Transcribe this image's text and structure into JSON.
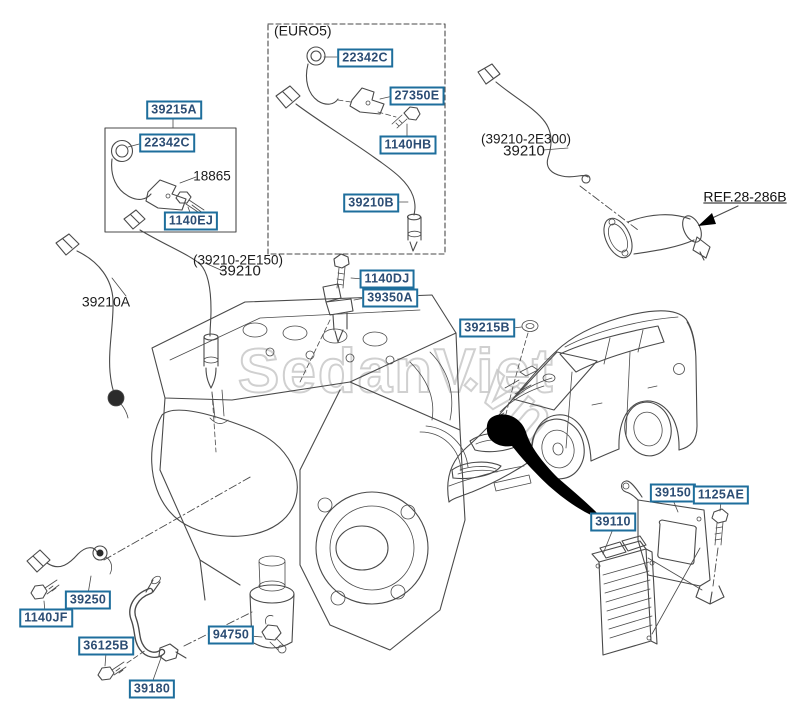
{
  "diagram_title": "Electronic control - sensor parts diagram",
  "labels": {
    "bracket_group": "39215A",
    "bracket_left": "22342C",
    "stay_left": "18865",
    "bolt_ej": "1140EJ",
    "euro5_caption": "(EURO5)",
    "bracket_euro5": "22342C",
    "stay_euro5": "27350E",
    "bolt_hb": "1140HB",
    "oxygen_sensor_euro5": "39210B",
    "oxygen_sensor_front_code": "(39210-2E300)",
    "oxygen_sensor_front": "39210",
    "ref_converter": "REF.28-286B",
    "oxygen_sensor_rear_code": "(39210-2E150)",
    "oxygen_sensor_rear": "39210",
    "oxygen_sensor_left": "39210A",
    "bolt_dj": "1140DJ",
    "temp_sensor": "39350A",
    "grommet": "39215B",
    "ecu": "39110",
    "ecu_bracket": "39150",
    "bolt_ae": "1125AE",
    "crank_sensor": "39250",
    "bolt_jf": "1140JF",
    "bolt_36": "36125B",
    "hose": "39180",
    "oil_pressure_switch": "94750"
  },
  "watermark": {
    "main": "SedanViet",
    "suffix": ".vn"
  },
  "colors": {
    "label_border": "#1e6e9c",
    "label_text": "#2c4d74",
    "line_art": "#4a4a4a",
    "watermark": "#c8c8c8",
    "arrow": "#000000"
  }
}
